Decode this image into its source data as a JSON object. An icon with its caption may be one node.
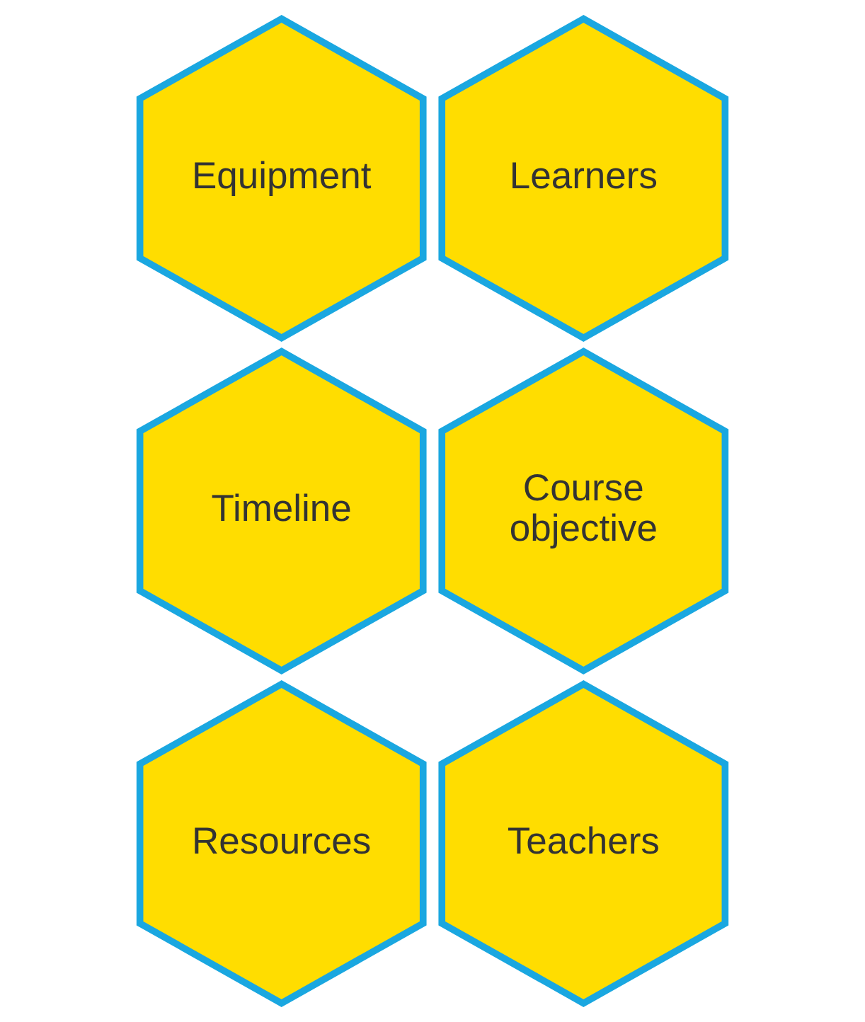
{
  "diagram": {
    "nodes": [
      {
        "text": [
          "Equipment"
        ]
      },
      {
        "text": [
          "Learners"
        ]
      },
      {
        "text": [
          "Timeline"
        ]
      },
      {
        "text": [
          "Course objective"
        ]
      },
      {
        "text": [
          "Resources"
        ]
      },
      {
        "text": [
          "Teachers"
        ]
      }
    ]
  }
}
